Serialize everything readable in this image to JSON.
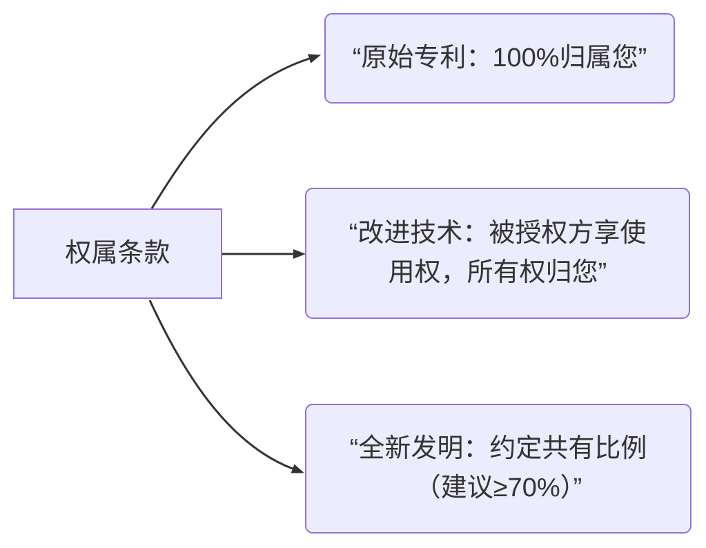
{
  "diagram": {
    "type": "flowchart-left-to-right",
    "colors": {
      "node-fill": "#ECECFF",
      "node-border": "#9370DB",
      "edge-color": "#333333",
      "text-color": "#333333"
    },
    "root": {
      "label": "权属条款"
    },
    "branches": [
      {
        "lines": [
          "“原始专利：100%归属您”"
        ]
      },
      {
        "lines": [
          "“改进技术：被授权方享使",
          "用权，所有权归您”"
        ]
      },
      {
        "lines": [
          "“全新发明：约定共有比例",
          "（建议≥70%）”"
        ]
      }
    ]
  }
}
